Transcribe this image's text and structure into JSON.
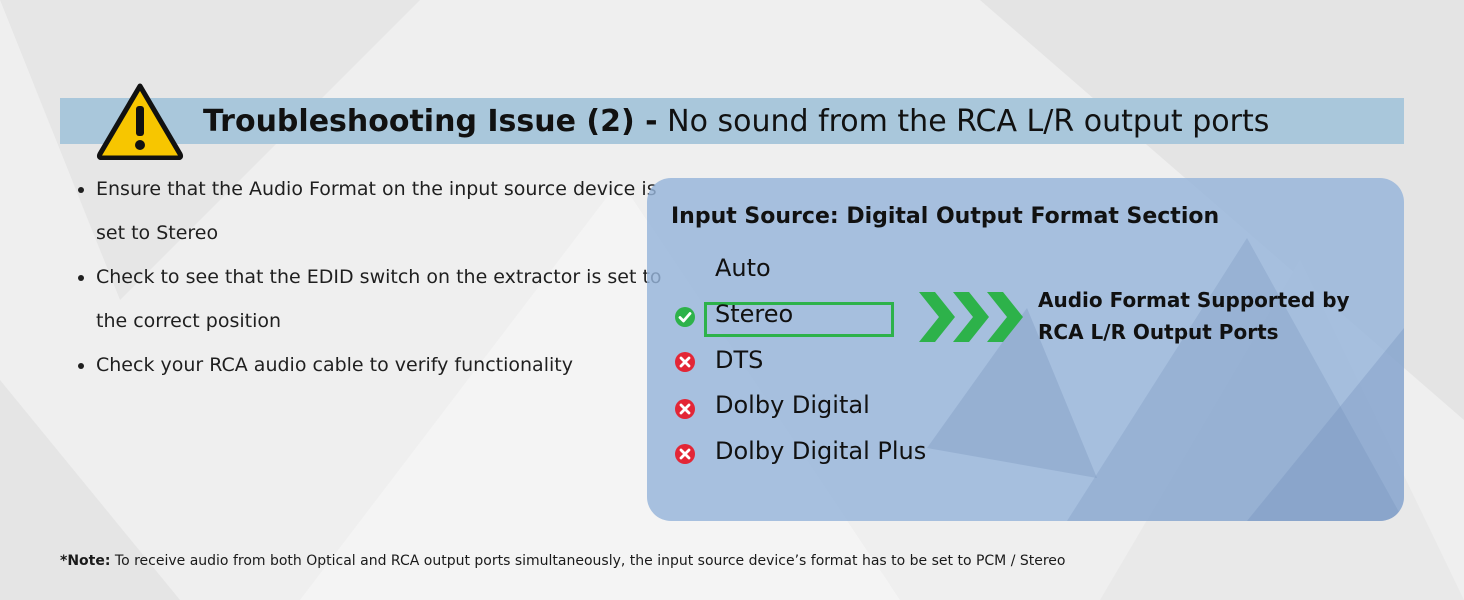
{
  "header": {
    "title_bold": "Troubleshooting Issue (2) -",
    "title_rest": "No sound from the RCA L/R output ports",
    "warning_icon": "warning-triangle-icon"
  },
  "tips": [
    "Ensure that the Audio Format on the input source device is set to Stereo",
    "Check to see that the EDID switch on the extractor is set to the correct position",
    "Check your RCA audio cable to verify functionality"
  ],
  "panel": {
    "title": "Input Source: Digital Output Format Section",
    "formats": [
      {
        "label": "Auto",
        "status": "none"
      },
      {
        "label": "Stereo",
        "status": "check"
      },
      {
        "label": "DTS",
        "status": "cross"
      },
      {
        "label": "Dolby Digital",
        "status": "cross"
      },
      {
        "label": "Dolby Digital Plus",
        "status": "cross"
      }
    ],
    "supported_line1": "Audio Format Supported by",
    "supported_line2": "RCA L/R Output Ports"
  },
  "note": {
    "label": "*Note:",
    "text": "To receive audio from both Optical and RCA output ports simultaneously, the input source device’s format has to be set to PCM / Stereo"
  },
  "colors": {
    "title_bar": "#a9c7db",
    "panel": "#96b4da",
    "warning": "#f7c600",
    "check": "#2db24a",
    "cross": "#e32636",
    "chevron": "#2db24a"
  }
}
